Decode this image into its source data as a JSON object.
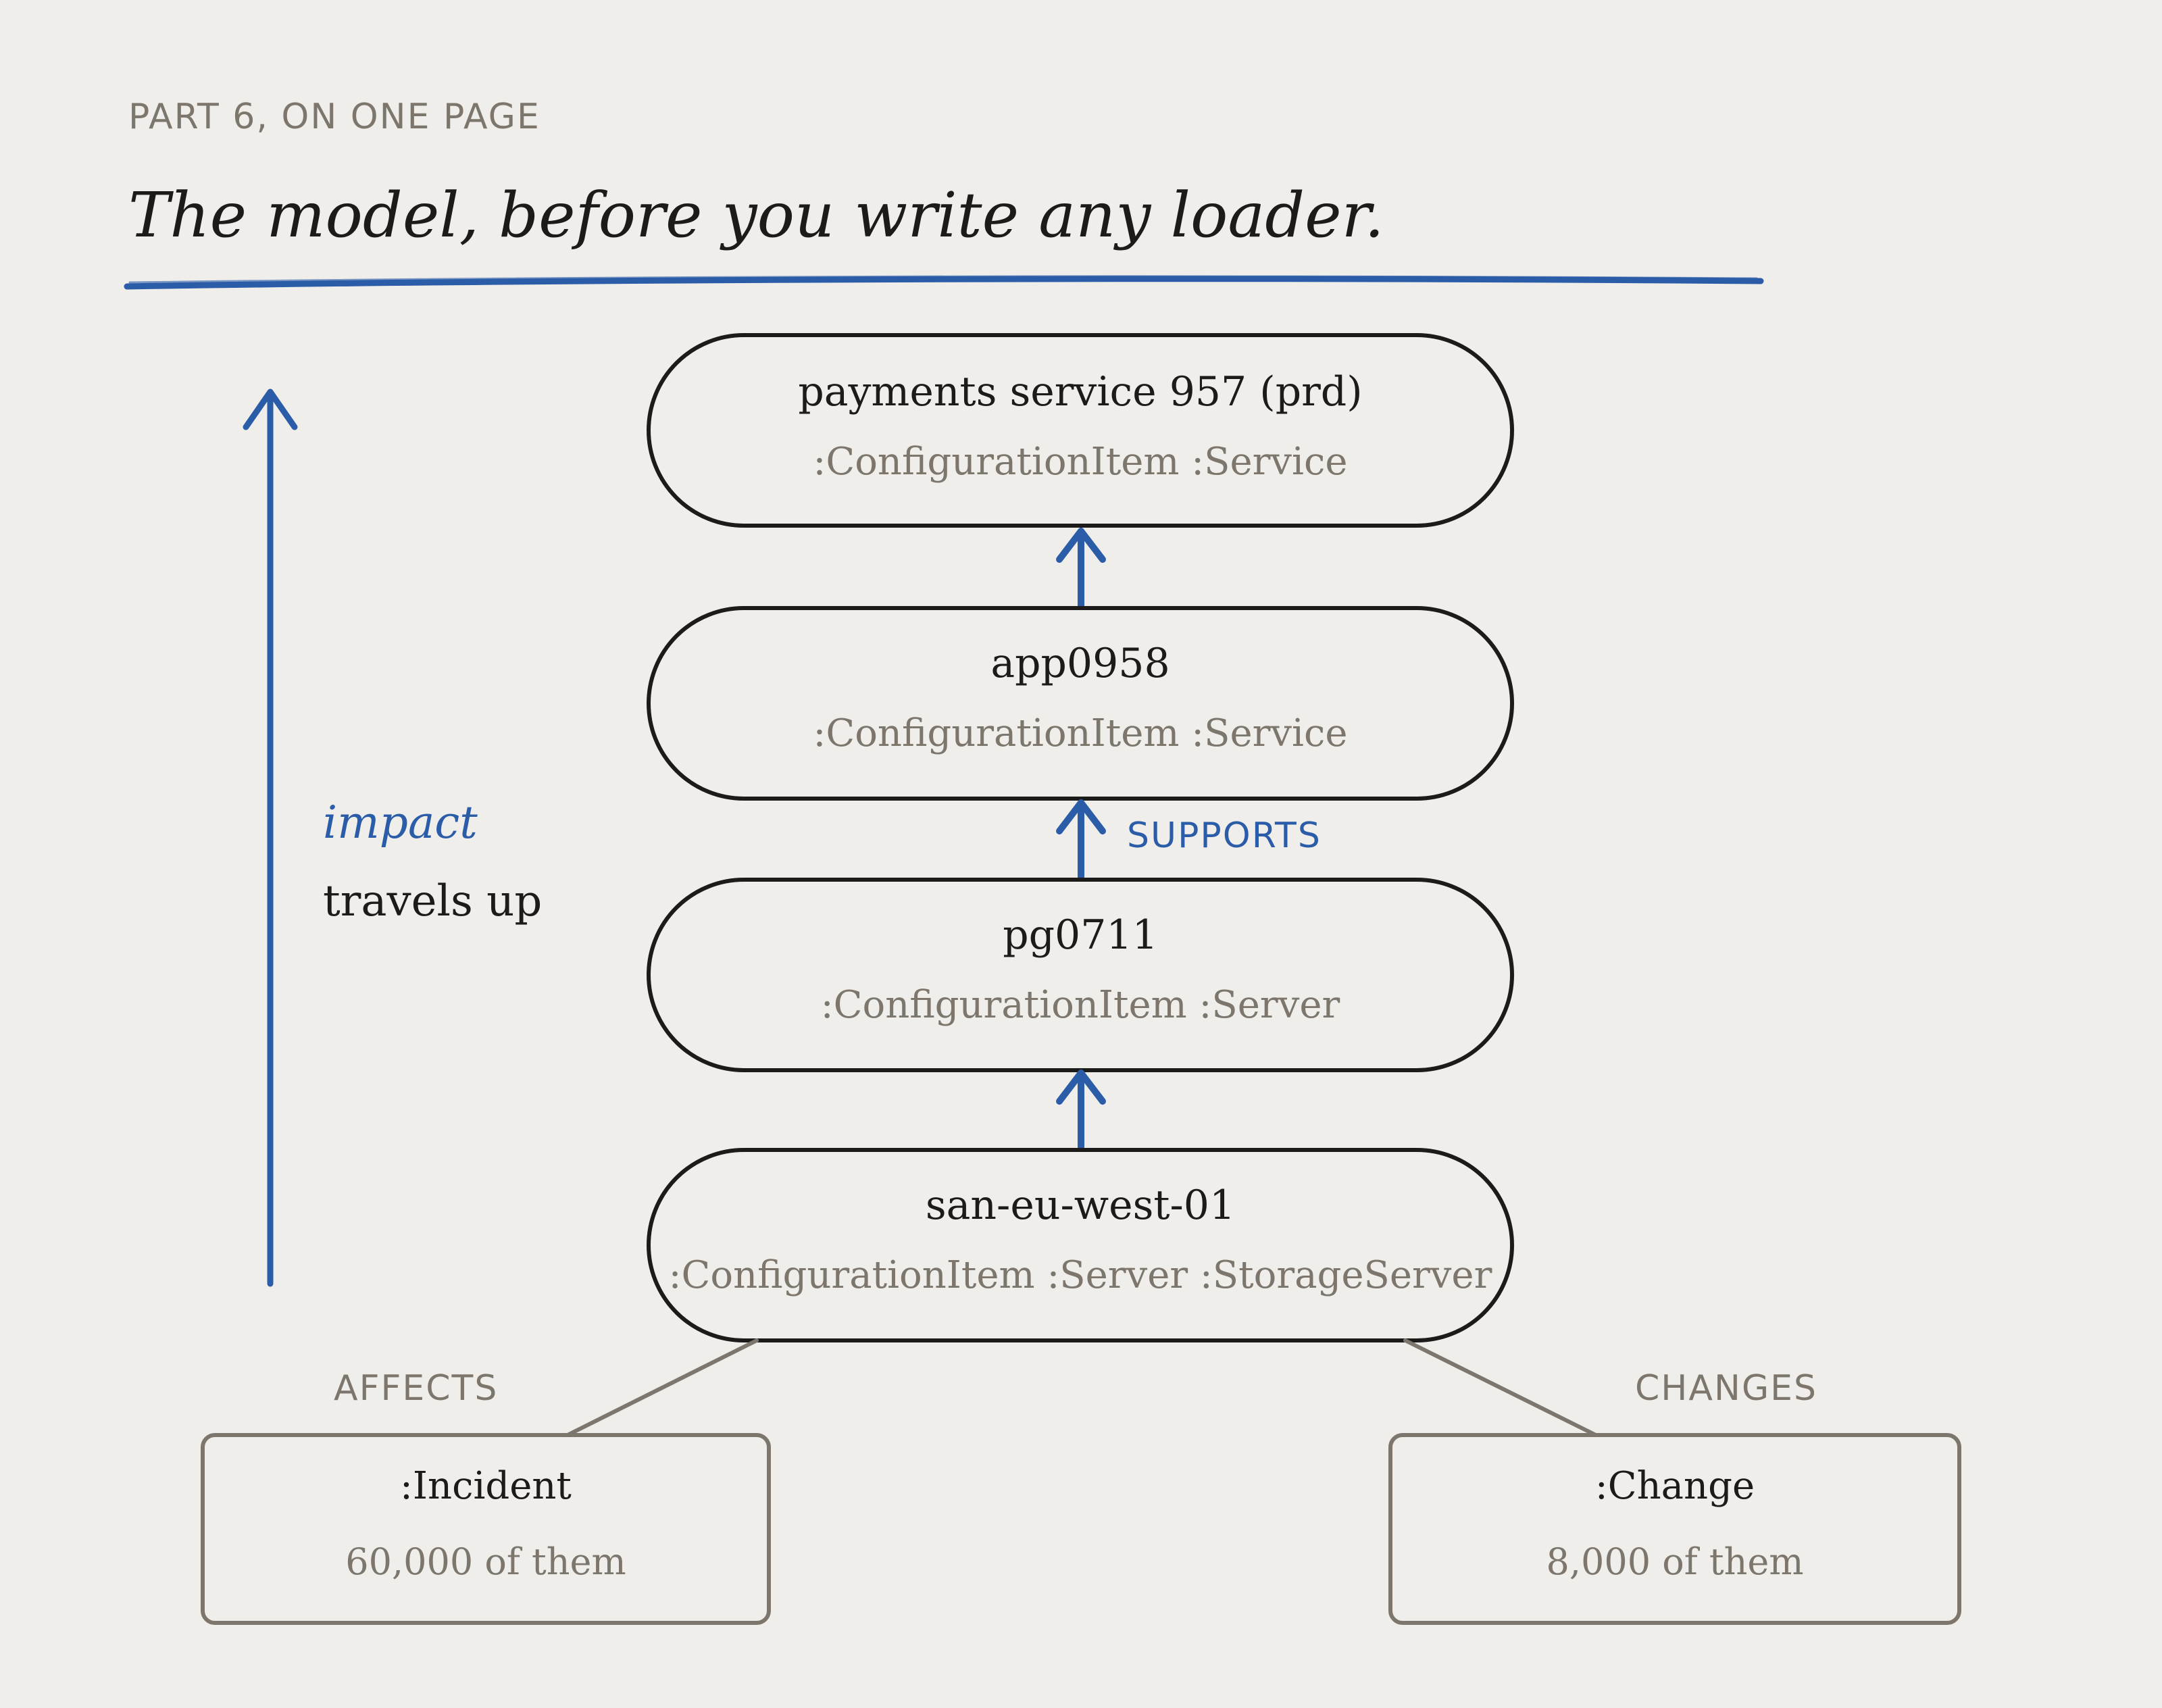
{
  "header": {
    "kicker": "PART 6, ON ONE PAGE",
    "title": "The model, before you write any loader."
  },
  "colors": {
    "background": "#efeeeb",
    "ink": "#1c1b19",
    "muted": "#7d766c",
    "accent_blue": "#2b5ca8"
  },
  "nodes": [
    {
      "name": "payments service 957 (prd)",
      "labels": ":ConfigurationItem :Service"
    },
    {
      "name": "app0958",
      "labels": ":ConfigurationItem :Service"
    },
    {
      "name": "pg0711",
      "labels": ":ConfigurationItem :Server"
    },
    {
      "name": "san-eu-west-01",
      "labels": ":ConfigurationItem :Server :StorageServer"
    }
  ],
  "relationships": {
    "supports": "SUPPORTS",
    "affects": "AFFECTS",
    "changes": "CHANGES"
  },
  "side_note": {
    "impact": "impact",
    "travels": "travels up"
  },
  "events": [
    {
      "name": ":Incident",
      "count": "60,000 of them"
    },
    {
      "name": ":Change",
      "count": "8,000 of them"
    }
  ]
}
